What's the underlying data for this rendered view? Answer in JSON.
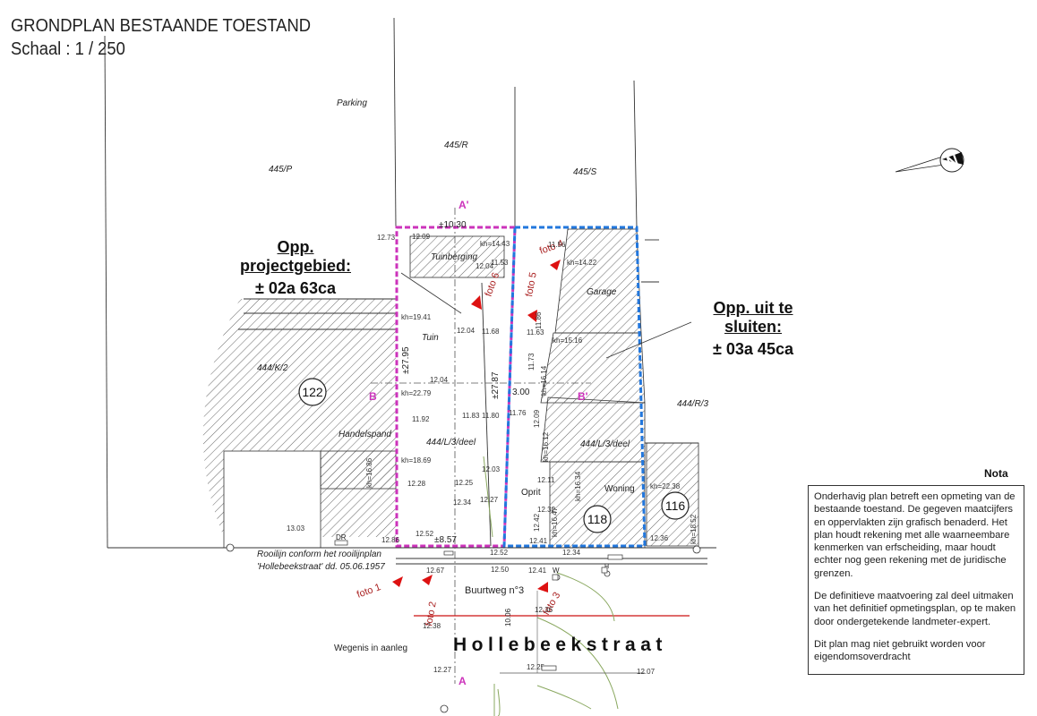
{
  "header": {
    "title": "GRONDPLAN BESTAANDE TOESTAND",
    "scale": "Schaal : 1 / 250"
  },
  "areas": {
    "project": {
      "label": "Opp. projectgebied:",
      "value": "± 02a 63ca"
    },
    "exclude": {
      "label": "Opp. uit te sluiten:",
      "value": "± 03a 45ca"
    }
  },
  "parcels": {
    "p445P": "445/P",
    "p445R": "445/R",
    "p445S": "445/S",
    "p444K2": "444/K/2",
    "p444R3": "444/R/3",
    "p444L3a": "444/L/3/deel",
    "p444L3b": "444/L/3/deel"
  },
  "labels": {
    "parking": "Parking",
    "tuinberging": "Tuinberging",
    "tuin": "Tuin",
    "garage": "Garage",
    "handelspand": "Handelspand",
    "oprit": "Oprit",
    "woning": "Woning",
    "buurtweg": "Buurtweg n°3",
    "street": "Hollebeekstraat",
    "wegenis": "Wegenis in aanleg",
    "rooilijn1": "Rooilijn conform het rooilijnplan",
    "rooilijn2": "'Hollebeekstraat' dd. 05.06.1957",
    "dr": "DR",
    "w": "W",
    "h": "H",
    "width_top": "±10.30",
    "width_bottom": "±8.57",
    "depth_left": "±27.95",
    "depth_right": "±27.87",
    "dim_300": "3.00",
    "dim_1006": "10.06"
  },
  "sections": {
    "a_top": "A'",
    "a_bottom": "A",
    "b_left": "B",
    "b_right": "B'"
  },
  "house_numbers": {
    "n122": "122",
    "n118": "118",
    "n116": "116"
  },
  "photos": {
    "f1": "foto 1",
    "f2": "foto 2",
    "f3": "foto 3",
    "f4": "foto 4",
    "f5": "foto 5",
    "f6": "foto 6"
  },
  "heights": {
    "kh1": "kh=14.43",
    "kh2": "kh=14.22",
    "kh3": "kh=19.41",
    "kh4": "kh=15.16",
    "kh5": "kh=22.79",
    "kh6": "kh=16.14",
    "kh7": "kh=18.69",
    "kh8": "kh=16.86",
    "kh9": "kh=16.12",
    "kh10": "kh=22.38",
    "kh11": "kh=16.34",
    "kh12": "kh=16.47",
    "kh13": "kh=18.52"
  },
  "levels": {
    "l1": "12.73",
    "l2": "12.09",
    "l3": "11.53",
    "l4": "12.04",
    "l5": "11.56",
    "l6": "11.86",
    "l7": "12.04",
    "l8": "11.68",
    "l9": "11.63",
    "l10": "11.73",
    "l11": "12.04",
    "l12": "11.92",
    "l13": "11.83",
    "l14": "11.80",
    "l15": "11.76",
    "l16": "12.09",
    "l17": "12.03",
    "l18": "12.28",
    "l19": "12.25",
    "l20": "12.34",
    "l21": "12.27",
    "l22": "12.11",
    "l23": "12.32",
    "l24": "12.42",
    "l25": "13.03",
    "l26": "12.86",
    "l27": "12.52",
    "l28": "12.52",
    "l29": "12.41",
    "l30": "12.34",
    "l31": "12.36",
    "l32": "12.67",
    "l33": "12.50",
    "l34": "12.41",
    "l35": "12.36",
    "l36": "12.38",
    "l37": "12.27",
    "l38": "12.25",
    "l39": "12.07"
  },
  "nota": {
    "title": "Nota",
    "p1": "Onderhavig plan betreft een opmeting van de bestaande toestand. De gegeven maatcijfers en oppervlakten zijn grafisch benaderd. Het plan houdt rekening met alle waarneembare kenmerken van erfscheiding, maar houdt echter nog geen rekening met de juridische grenzen.",
    "p2": "De definitieve maatvoering zal deel uitmaken van het definitief opmetingsplan, op te maken door ondergetekende landmeter-expert.",
    "p3": "Dit plan mag niet gebruikt worden voor eigendomsoverdracht"
  },
  "colors": {
    "project": "#cc33bb",
    "exclude": "#2277dd",
    "arrow": "#dd1111",
    "road_red": "#cc1111"
  }
}
